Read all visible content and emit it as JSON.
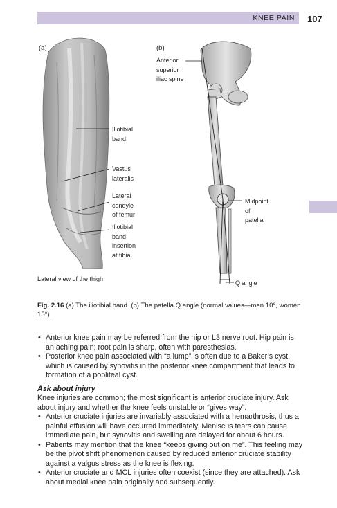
{
  "header": {
    "running_title": "KNEE PAIN",
    "page_number": "107"
  },
  "figure": {
    "panel_a": {
      "label": "(a)",
      "annotations": [
        "Iliotibial\nband",
        "Vastus\nlateralis",
        "Lateral\ncondyle\nof femur",
        "Iliotibial\nband\ninsertion\nat tibia"
      ],
      "view_label": "Lateral view of the thigh"
    },
    "panel_b": {
      "label": "(b)",
      "annotations": [
        "Anterior\nsuperior\niliac spine",
        "Midpoint\nof\npatella",
        "Q angle"
      ]
    },
    "caption": {
      "fig_number": "Fig. 2.16",
      "text": "(a) The iliotibial band. (b) The patella Q angle (normal values—men 10°, women 15°)."
    }
  },
  "body": {
    "bullets_1": [
      "Anterior knee pain may be referred from the hip or L3 nerve root. Hip pain is an aching pain; root pain is sharp, often with paresthesias.",
      "Posterior knee pain associated with “a lump” is often due to a Baker’s cyst, which is caused by synovitis in the posterior knee compartment that leads to formation of a popliteal cyst."
    ],
    "subheading": "Ask about injury",
    "paragraph": "Knee injuries are common; the most significant is anterior cruciate injury. Ask about injury and whether the knee feels unstable or “gives way”.",
    "bullets_2": [
      "Anterior cruciate injuries are invariably associated with a hemarthrosis, thus a painful effusion will have occurred immediately. Meniscus tears can cause immediate pain, but synovitis and swelling are delayed for about 6 hours.",
      "Patients may mention that the knee “keeps giving out on me”. This feeling may be the pivot shift phenomenon caused by reduced anterior cruciate stability against a valgus stress as the knee is flexing.",
      "Anterior cruciate and MCL injuries often coexist (since they are attached). Ask about medial knee pain originally and subsequently."
    ]
  }
}
